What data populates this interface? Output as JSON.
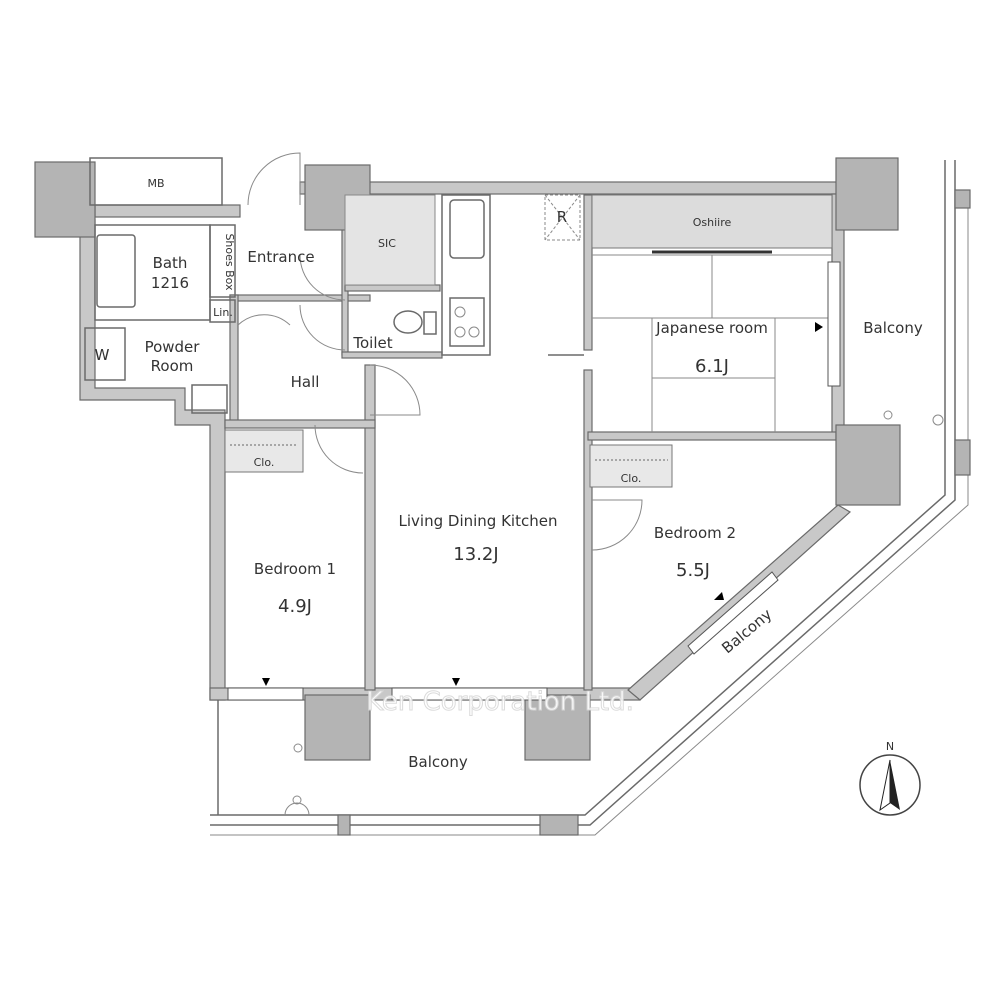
{
  "rooms": {
    "mb": "MB",
    "bath": "Bath",
    "bath_size": "1216",
    "shoes_box": "Shoes Box",
    "lin": "Lin.",
    "entrance": "Entrance",
    "sic": "SIC",
    "toilet": "Toilet",
    "powder_room_1": "Powder",
    "powder_room_2": "Room",
    "w": "W",
    "hall": "Hall",
    "closet": "Clo.",
    "r": "R",
    "oshiire": "Oshiire",
    "japanese_room": "Japanese room",
    "japanese_room_size": "6.1J",
    "ldk": "Living Dining Kitchen",
    "ldk_size": "13.2J",
    "bedroom1": "Bedroom 1",
    "bedroom1_size": "4.9J",
    "bedroom2": "Bedroom 2",
    "bedroom2_size": "5.5J",
    "balcony": "Balcony"
  },
  "compass": "N",
  "watermark": "Ken Corporation Ltd."
}
